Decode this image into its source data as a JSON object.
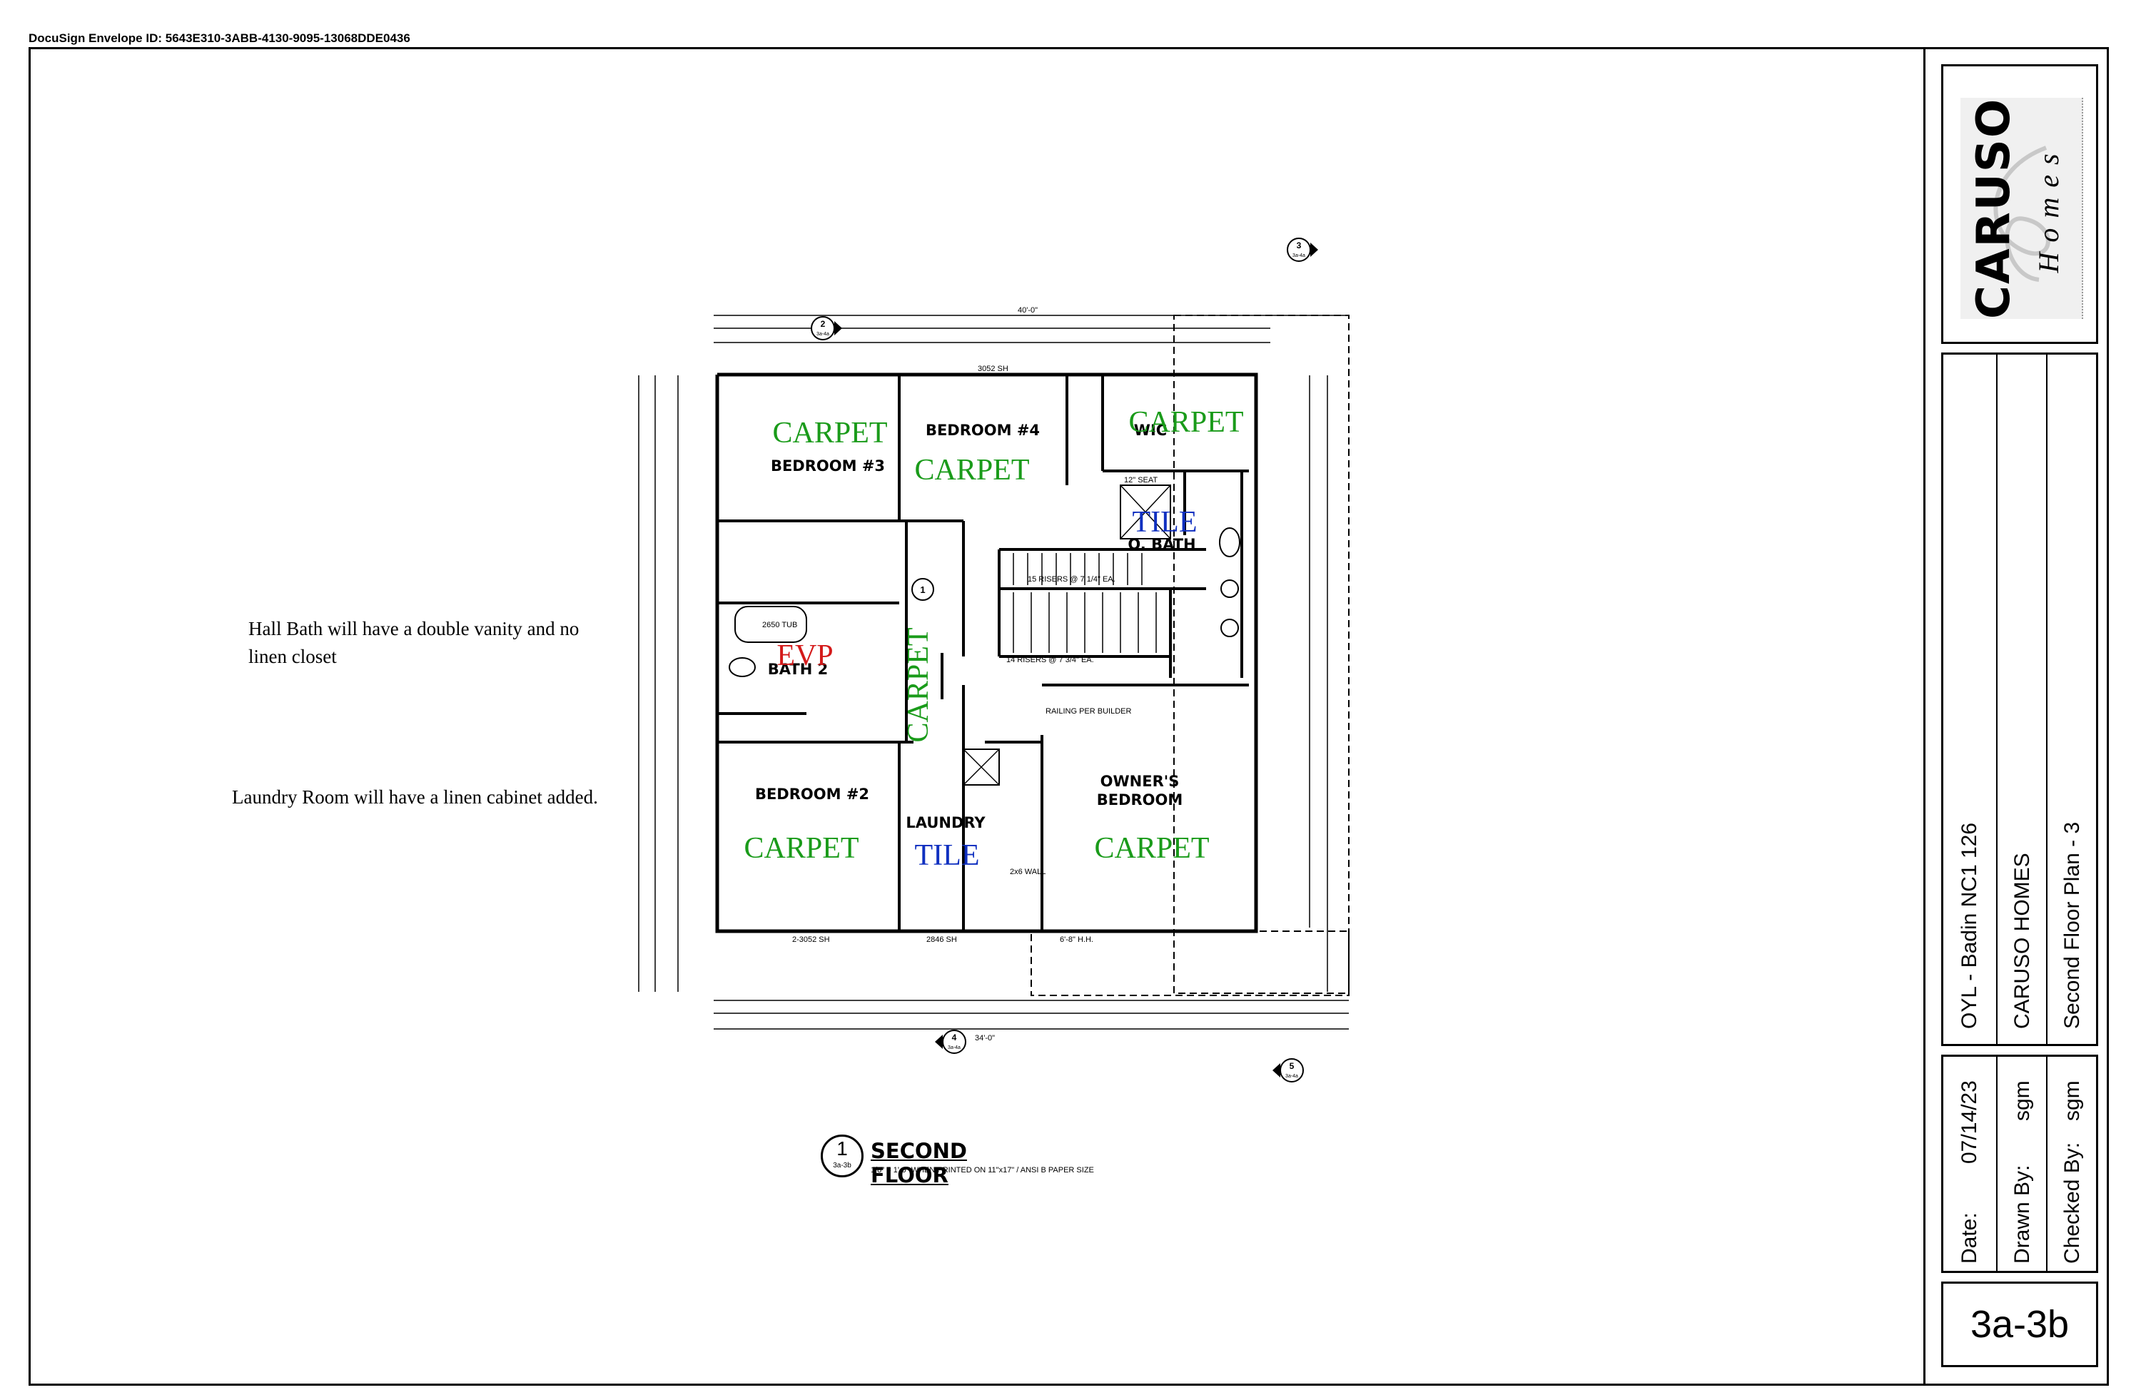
{
  "envelope": "DocuSign Envelope ID: 5643E310-3ABB-4130-9095-13068DDE0436",
  "notes": {
    "hall_bath": "Hall Bath will have a double vanity and no linen closet",
    "laundry": "Laundry Room will have a linen cabinet added."
  },
  "plan": {
    "carpet": "CARPET",
    "tile": "TILE",
    "evp": "EVP",
    "bedroom3": "BEDROOM #3",
    "bedroom4": "BEDROOM #4",
    "bedroom2": "BEDROOM #2",
    "wic": "WIC",
    "obath": "O. BATH",
    "bath2": "BATH 2",
    "laundry": "LAUNDRY",
    "owners_line1": "OWNER'S",
    "owners_line2": "BEDROOM",
    "risers_upper": "15 RISERS @ 7 1/4\" EA.",
    "risers_lower": "14 RISERS @ 7 3/4\" EA.",
    "tub": "2650 TUB",
    "window_top": "3052 SH",
    "window_2x": "2-3052 SH",
    "window_2846": "2846 SH",
    "window_hh": "6'-8\" H.H.",
    "railing": "RAILING PER BUILDER",
    "seat": "12\" SEAT",
    "wall": "2x6 WALL",
    "dim_overall": "40'-0\"",
    "dim_bottom": "34'-0\""
  },
  "markers": {
    "m1": "1",
    "m2": "2",
    "m3": "3",
    "m4": "4",
    "m5": "5",
    "ref": "3a-4a"
  },
  "caption": {
    "number": "1",
    "ref": "3a-3b",
    "title": "SECOND FLOOR",
    "scale": "1/8\" = 1'-0\" WHEN PRINTED ON 11\"x17\" / ANSI B PAPER SIZE"
  },
  "logo": {
    "main": "CARUSO",
    "sub": "Homes"
  },
  "title_block": {
    "project": "OYL - Badin NC1 126",
    "company": "CARUSO HOMES",
    "sheet_title": "Second Floor Plan - 3",
    "date_label": "Date:",
    "date_value": "07/14/23",
    "drawn_label": "Drawn By:",
    "drawn_value": "sgm",
    "checked_label": "Checked By:",
    "checked_value": "sgm",
    "sheet_number": "3a-3b"
  },
  "colors": {
    "carpet": "#1a9b1a",
    "tile": "#1030c0",
    "evp": "#d41a1a"
  }
}
